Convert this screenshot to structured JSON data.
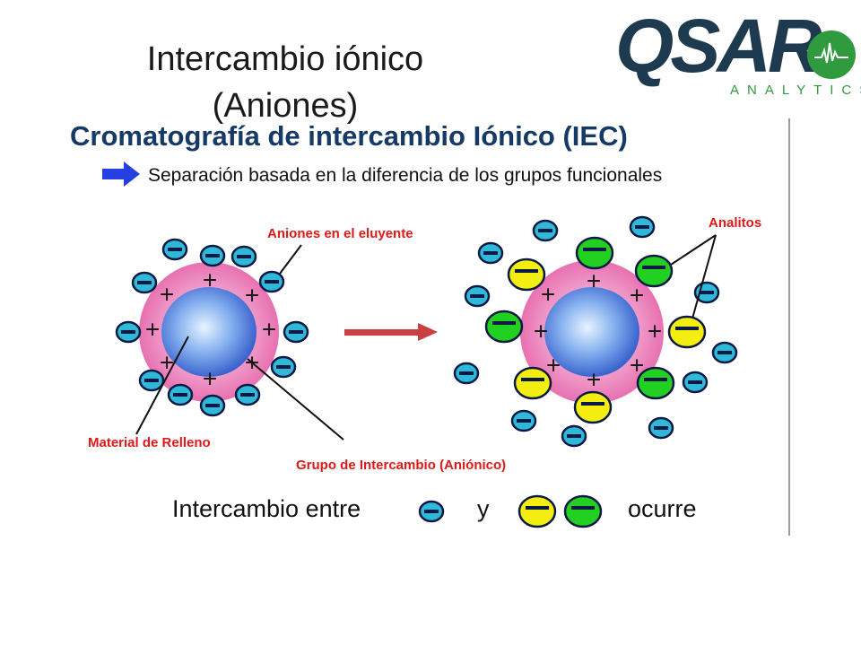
{
  "slide": {
    "title_line1": "Intercambio iónico",
    "title_line2": "(Aniones)"
  },
  "logo": {
    "word": "QSAR",
    "sub": "ANALYTICS"
  },
  "figure": {
    "heading": "Cromatografía de intercambio Iónico (IEC)",
    "bullet": "Separación basada en la diferencia de los grupos funcionales",
    "labels": {
      "eluent_anions": "Aniones en el eluyente",
      "analytes": "Analitos",
      "packing_material": "Material de Relleno",
      "exchange_group": "Grupo de Intercambio  (Aniónico)"
    },
    "bottom": {
      "text_start": "Intercambio entre",
      "text_and": "y",
      "text_end": "ocurre"
    }
  },
  "colors": {
    "bead_outer": "#e878b4",
    "bead_inner": "#3f6fd8",
    "anion_fill": "#30b8d8",
    "analyte_yellow": "#f4ee10",
    "analyte_green": "#22d022",
    "arrow": "#c84040",
    "label_red": "#e01818",
    "heading_blue": "#163a66",
    "bullet_arrow": "#2440e0"
  }
}
